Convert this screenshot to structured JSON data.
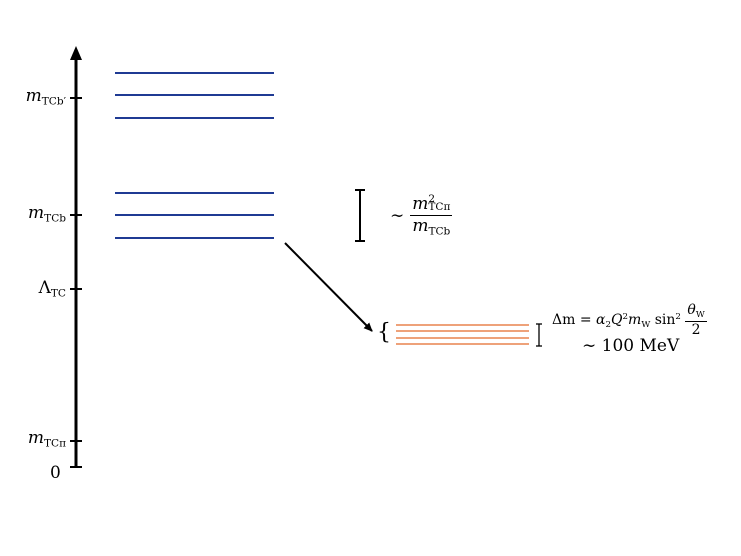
{
  "axis": {
    "labels": {
      "m_tcb_prime": {
        "sym": "m",
        "sub": "TCb′"
      },
      "m_tcb": {
        "sym": "m",
        "sub": "TCb"
      },
      "lambda_tc": {
        "sym": "Λ",
        "sub": "TC"
      },
      "m_tcpi": {
        "sym": "m",
        "sub": "TCπ"
      },
      "zero": "0"
    }
  },
  "colors": {
    "upper_levels": "#1f3a93",
    "fine_levels": "#e8834e",
    "axis": "#000000"
  },
  "splitting_label": {
    "tilde": "∼",
    "numerator": {
      "sym": "m",
      "sup": "2",
      "sub": "TCπ"
    },
    "denominator": {
      "sym": "m",
      "sub": "TCb"
    }
  },
  "fine_splitting": {
    "brace": "{",
    "formula": {
      "delta_m": "Δm",
      "equals": "=",
      "alpha": "α",
      "alpha_sub": "2",
      "Q": "Q",
      "Q_sup": "2",
      "m": "m",
      "m_sub": "W",
      "sin": "sin",
      "sin_sup": "2",
      "theta": "θ",
      "theta_sub": "W",
      "denominator": "2"
    },
    "approx": "∼ 100 MeV"
  }
}
